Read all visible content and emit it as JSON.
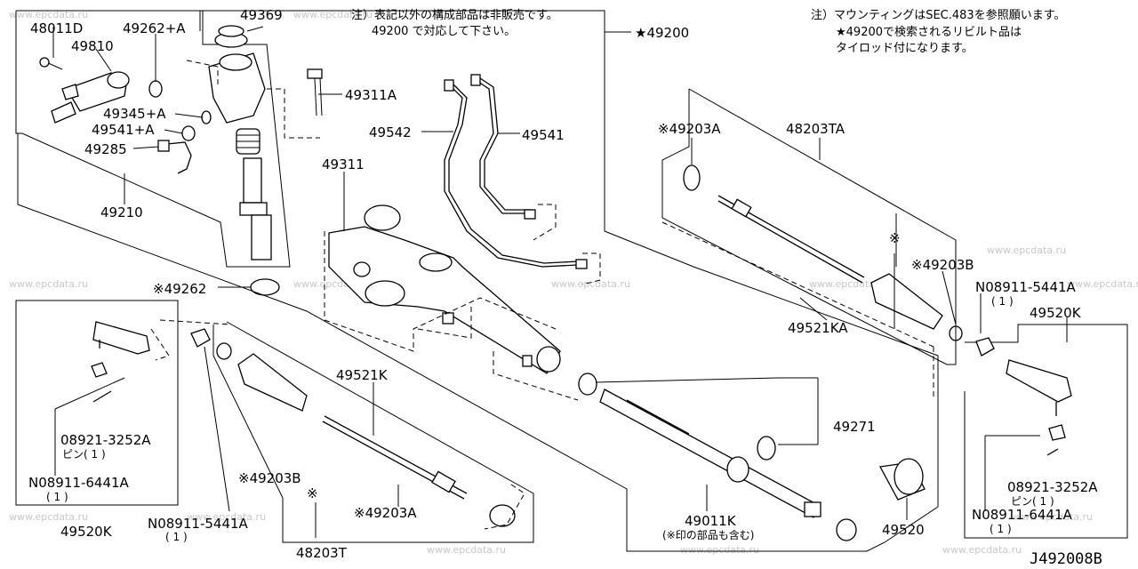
{
  "notes": {
    "top_center_line1": "注）表記以外の構成部品は非販売です。",
    "top_center_line2": "49200 で対応して下さい。",
    "top_right_line1": "注）マウンティングはSEC.483を参照願います。",
    "top_right_line2": "★49200で検索されるリビルト品は",
    "top_right_line3": "タイロッド付になります。"
  },
  "labels": {
    "p49200": "★49200",
    "p49369": "49369",
    "p48011D": "48011D",
    "p49810": "49810",
    "p49262A": "49262+A",
    "p49311A": "49311A",
    "p49345A": "49345+A",
    "p49541A": "49541+A",
    "p49285": "49285",
    "p49210": "49210",
    "p49542": "49542",
    "p49541": "49541",
    "p49311": "49311",
    "p49262": "※49262",
    "p49203A_top": "※49203A",
    "p48203TA": "48203TA",
    "p49203B_right": "※49203B",
    "p08911_5441A_right": "N08911-5441A",
    "p08911_5441A_right_qty": "( 1 )",
    "p49520K_right": "49520K",
    "p49521KA": "49521KA",
    "p49521K": "49521K",
    "p49271": "49271",
    "p49203B_left": "※49203B",
    "p49203A_bottom": "※49203A",
    "p48203T": "48203T",
    "p49011K": "49011K",
    "p49011K_sub": "(※印の部品も含む)",
    "p49520": "49520",
    "p49520K_left": "49520K",
    "p08921_left": "08921-3252A",
    "p08921_left_pin": "ピン( 1 )",
    "p08911_6441A_left": "N08911-6441A",
    "p08911_6441A_left_qty": "( 1 )",
    "p08911_5441A_left": "N08911-5441A",
    "p08911_5441A_left_qty": "( 1 )",
    "p08921_right": "08921-3252A",
    "p08921_right_pin": "ピン( 1 )",
    "p08911_6441A_right": "N08911-6441A",
    "p08911_6441A_right_qty": "( 1 )",
    "mark_left": "※",
    "mark_right": "※"
  },
  "diagram_code": "J492008B",
  "watermark": "www.epcdata.ru"
}
